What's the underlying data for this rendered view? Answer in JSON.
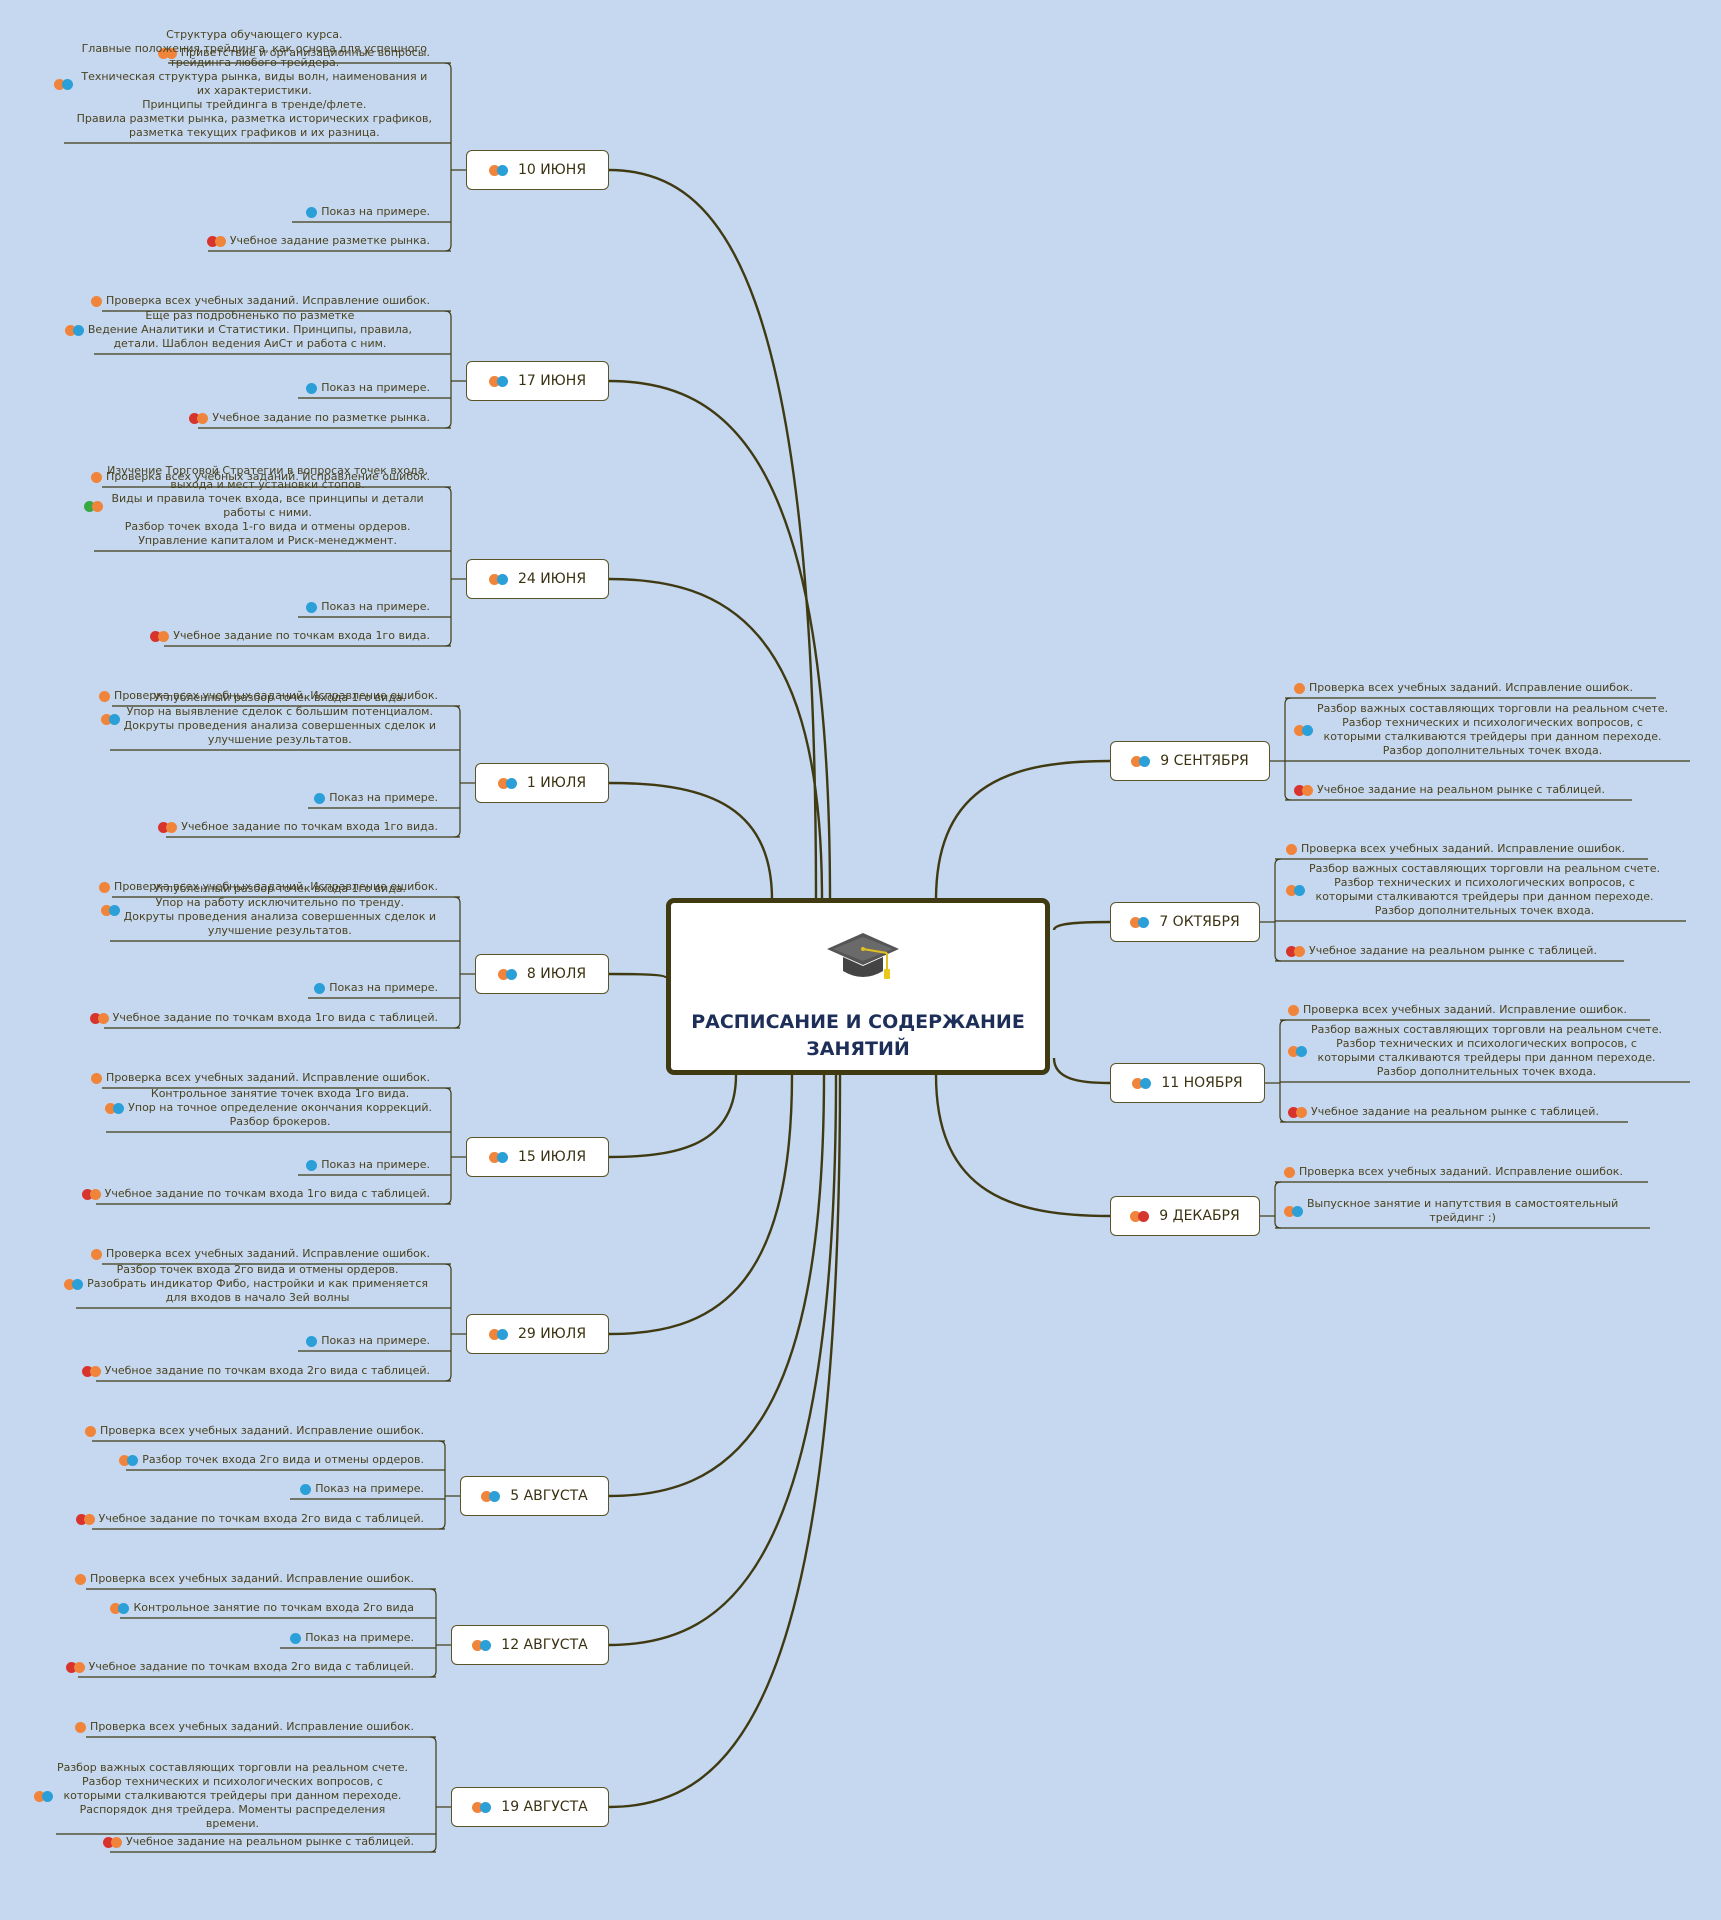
{
  "central": {
    "title": "РАСПИСАНИЕ И СОДЕРЖАНИЕ ЗАНЯТИЙ",
    "icon": "graduation-cap-icon"
  },
  "colors": {
    "background": "#c6d8f0",
    "line": "#3f3a12",
    "title": "#1d2f58",
    "orange": "#f0843a",
    "blue": "#2a9fd8",
    "red": "#d8342e",
    "green": "#38a843"
  },
  "lessons": [
    {
      "date": "10 ИЮНЯ",
      "items": [
        "Приветствие и организационные вопросы.",
        "Структура обучающего курса.\nГлавные положения трейдинга, как основа для успешного\nтрейдинга любого трейдера.\nТехническая структура рынка, виды волн, наименования и\nих характеристики.\nПринципы трейдинга в тренде/флете.\nПравила разметки рынка, разметка исторических графиков,\nразметка текущих графиков и их разница.",
        "Показ на примере.",
        "Учебное задание разметке рынка."
      ]
    },
    {
      "date": "17 ИЮНЯ",
      "items": [
        "Проверка всех учебных заданий. Исправление ошибок.",
        "Еще раз подробненько по разметке\nВедение Аналитики и Статистики. Принципы, правила,\nдетали. Шаблон ведения АиСт и работа с ним.",
        "Показ на примере.",
        "Учебное задание по разметке рынка."
      ]
    },
    {
      "date": "24 ИЮНЯ",
      "items": [
        "Проверка всех учебных заданий. Исправление ошибок.",
        "Изучение Торговой Стратегии в вопросах точек входа,\nвыхода и мест установки стопов.\nВиды и правила точек входа, все принципы и детали\nработы с ними.\nРазбор точек входа 1-го вида и отмены ордеров.\nУправление капиталом и Риск-менеджмент.",
        "Показ на примере.",
        "Учебное задание по точкам входа 1го вида."
      ]
    },
    {
      "date": "1 ИЮЛЯ",
      "items": [
        "Проверка всех учебных заданий. Исправление ошибок.",
        "Углубленный разбор точек входа 1го вида.\nУпор на выявление сделок с большим потенциалом.\nДокруты проведения анализа совершенных сделок и\nулучшение результатов.",
        "Показ на примере.",
        "Учебное задание по точкам входа 1го вида."
      ]
    },
    {
      "date": "8 ИЮЛЯ",
      "items": [
        "Проверка всех учебных заданий. Исправление ошибок.",
        "Углубленный разбор точек входа 1го вида.\nУпор на работу исключительно по тренду.\nДокруты проведения анализа совершенных сделок и\nулучшение результатов.",
        "Показ на примере.",
        "Учебное задание по точкам входа 1го вида с таблицей."
      ]
    },
    {
      "date": "15 ИЮЛЯ",
      "items": [
        "Проверка всех учебных заданий. Исправление ошибок.",
        "Контрольное занятие точек входа 1го вида.\nУпор на точное определение окончания коррекций.\nРазбор брокеров.",
        "Показ на примере.",
        "Учебное задание по точкам входа 1го вида с таблицей."
      ]
    },
    {
      "date": "29 ИЮЛЯ",
      "items": [
        "Проверка всех учебных заданий. Исправление ошибок.",
        "Разбор точек входа 2го вида и отмены ордеров.\nРазобрать индикатор Фибо, настройки и как применяется\nдля входов в начало 3ей волны",
        "Показ на примере.",
        "Учебное задание по точкам входа 2го вида с таблицей."
      ]
    },
    {
      "date": "5 АВГУСТА",
      "items": [
        "Проверка всех учебных заданий. Исправление ошибок.",
        "Разбор точек входа 2го вида и отмены ордеров.",
        "Показ на примере.",
        "Учебное задание по точкам входа 2го вида с таблицей."
      ]
    },
    {
      "date": "12 АВГУСТА",
      "items": [
        "Проверка всех учебных заданий. Исправление ошибок.",
        "Контрольное занятие по точкам входа 2го вида",
        "Показ на примере.",
        "Учебное задание по точкам входа 2го вида с таблицей."
      ]
    },
    {
      "date": "19 АВГУСТА",
      "items": [
        "Проверка всех учебных заданий. Исправление ошибок.",
        "Разбор важных составляющих торговли на реальном счете.\nРазбор технических и психологических вопросов, с\nкоторыми сталкиваются трейдеры при данном переходе.\nРаспорядок дня трейдера. Моменты распределения\nвремени.",
        "Учебное задание на реальном рынке с таблицей."
      ]
    },
    {
      "date": "9 СЕНТЯБРЯ",
      "items": [
        "Проверка всех учебных заданий. Исправление ошибок.",
        "Разбор важных составляющих торговли на реальном счете.\nРазбор технических и психологических вопросов, с\nкоторыми сталкиваются трейдеры при данном переходе.\nРазбор дополнительных точек входа.",
        "Учебное задание на реальном рынке с таблицей."
      ]
    },
    {
      "date": "7 ОКТЯБРЯ",
      "items": [
        "Проверка всех учебных заданий. Исправление ошибок.",
        "Разбор важных составляющих торговли на реальном счете.\nРазбор технических и психологических вопросов, с\nкоторыми сталкиваются трейдеры при данном переходе.\nРазбор дополнительных точек входа.",
        "Учебное задание на реальном рынке с таблицей."
      ]
    },
    {
      "date": "11 НОЯБРЯ",
      "items": [
        "Проверка всех учебных заданий. Исправление ошибок.",
        "Разбор важных составляющих торговли на реальном счете.\nРазбор технических и психологических вопросов, с\nкоторыми сталкиваются трейдеры при данном переходе.\nРазбор дополнительных точек входа.",
        "Учебное задание на реальном рынке с таблицей."
      ]
    },
    {
      "date": "9 ДЕКАБРЯ",
      "items": [
        "Проверка всех учебных заданий. Исправление ошибок.",
        "Выпускное занятие и напутствия в самостоятельный\nтрейдинг :)"
      ]
    }
  ]
}
